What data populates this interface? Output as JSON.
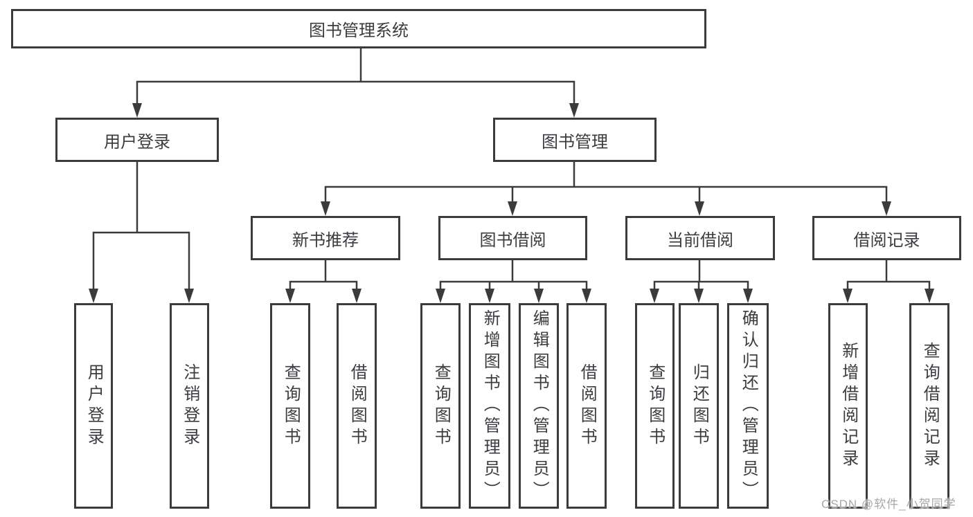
{
  "colors": {
    "line": "#3b3b3b",
    "text": "#3c3c40",
    "watermark": "#a6a6a6",
    "background": "#ffffff"
  },
  "diagram": {
    "root": {
      "label": "图书管理系统"
    },
    "branches": {
      "user_login": {
        "label": "用户登录",
        "children": {
          "login": "用户登录",
          "logout": "注销登录"
        }
      },
      "book_mgmt": {
        "label": "图书管理",
        "sections": {
          "new_book_rec": {
            "label": "新书推荐",
            "children": {
              "query_book": "查询图书",
              "borrow_book": "借阅图书"
            }
          },
          "book_borrow": {
            "label": "图书借阅",
            "children": {
              "query_book": "查询图书",
              "add_book": "新增图书（管理员）",
              "edit_book": "编辑图书（管理员）",
              "borrow_book": "借阅图书"
            }
          },
          "current_borrow": {
            "label": "当前借阅",
            "children": {
              "query_book": "查询图书",
              "return_book": "归还图书",
              "confirm_return": "确认归还（管理员）"
            }
          },
          "borrow_records": {
            "label": "借阅记录",
            "children": {
              "add_record": "新增借阅记录",
              "query_record": "查询借阅记录"
            }
          }
        }
      }
    }
  },
  "watermark": {
    "text": "CSDN @软件_小贺同学"
  }
}
